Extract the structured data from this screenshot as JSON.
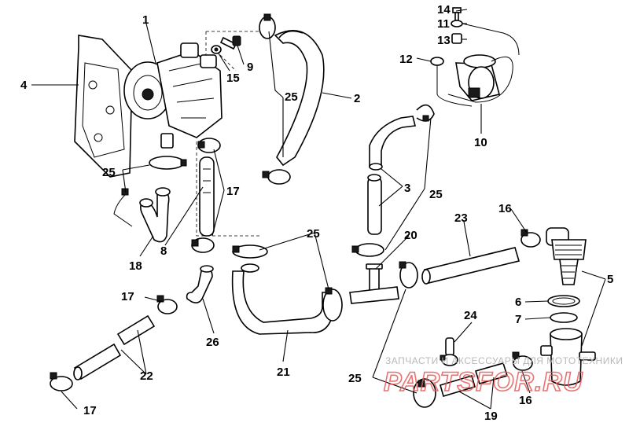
{
  "callouts": {
    "c1": "1",
    "c2": "2",
    "c3": "3",
    "c4": "4",
    "c5": "5",
    "c6": "6",
    "c7": "7",
    "c8": "8",
    "c9": "9",
    "c10": "10",
    "c11": "11",
    "c12": "12",
    "c13": "13",
    "c14": "14",
    "c15": "15",
    "c16a": "16",
    "c16b": "16",
    "c17a": "17",
    "c17b": "17",
    "c17c": "17",
    "c18": "18",
    "c19": "19",
    "c20": "20",
    "c21": "21",
    "c22": "22",
    "c23": "23",
    "c24": "24",
    "c25a": "25",
    "c25b": "25",
    "c25c": "25",
    "c25d": "25",
    "c25e": "25",
    "c26": "26"
  },
  "watermark": {
    "top": "ЗАПЧАСТИ И АКСЕССУАРЫ ДЛЯ МОТОТЕХНИКИ",
    "brand": "PARTSFOR.RU",
    "color": "#e35a5a"
  }
}
